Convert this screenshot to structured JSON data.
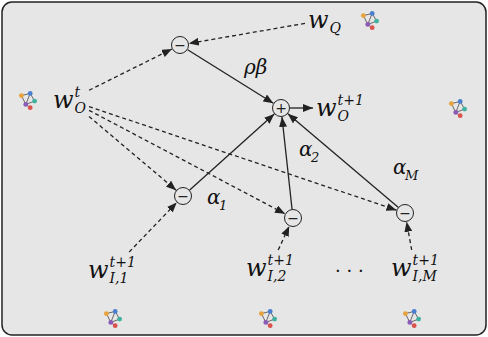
{
  "diagram": {
    "nodes": [
      {
        "text": [
          "w",
          "Q"
        ]
      },
      {
        "text": [
          "−"
        ]
      },
      {
        "text": [
          "w",
          "t",
          "O"
        ]
      },
      {
        "text": [
          "+"
        ]
      },
      {
        "text": [
          "w",
          "t+1",
          "O"
        ]
      },
      {
        "text": [
          "−"
        ]
      },
      {
        "text": [
          "−"
        ]
      },
      {
        "text": [
          "−"
        ]
      },
      {
        "text": [
          "w",
          "t+1",
          "I,1"
        ]
      },
      {
        "text": [
          "w",
          "t+1",
          "I,2"
        ]
      },
      {
        "text": [
          "w",
          "t+1",
          "I,M"
        ]
      }
    ],
    "edges": [
      {
        "from": 0,
        "to": 1,
        "arrow": "to"
      },
      {
        "from": 2,
        "to": 1,
        "arrow": "to"
      },
      {
        "from": 1,
        "to": 3,
        "arrow": "to",
        "label": "ρβ"
      },
      {
        "from": 2,
        "to": 5,
        "arrow": "to"
      },
      {
        "from": 2,
        "to": 6,
        "arrow": "to"
      },
      {
        "from": 2,
        "to": 7,
        "arrow": "to"
      },
      {
        "from": 8,
        "to": 5,
        "arrow": "to"
      },
      {
        "from": 9,
        "to": 6,
        "arrow": "to"
      },
      {
        "from": 10,
        "to": 7,
        "arrow": "to"
      },
      {
        "from": 5,
        "to": 3,
        "arrow": "to",
        "label": "α"
      },
      {
        "from": 6,
        "to": 3,
        "arrow": "to",
        "label": "α"
      },
      {
        "from": 7,
        "to": 3,
        "arrow": "to",
        "label": "α"
      },
      {
        "from": 3,
        "to": 4,
        "arrow": "to"
      }
    ],
    "labels": [
      "1",
      "2",
      "M",
      "· · ·"
    ]
  }
}
